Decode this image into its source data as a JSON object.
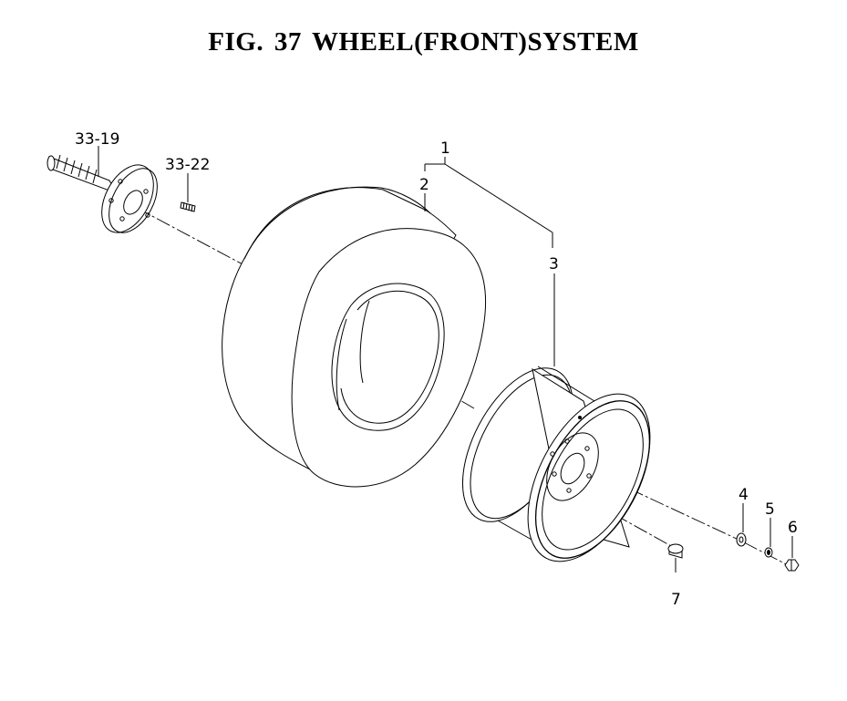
{
  "figure": {
    "title": "FIG. 37  WHEEL(FRONT)SYSTEM"
  },
  "callouts": {
    "c33_19": "33-19",
    "c33_22": "33-22",
    "c1": "1",
    "c2": "2",
    "c3": "3",
    "c4": "4",
    "c5": "5",
    "c6": "6",
    "c7": "7"
  },
  "parts": [
    "axle-shaft",
    "hub-stud",
    "wheel-assembly",
    "tire",
    "rim",
    "washer",
    "lock-washer",
    "nut",
    "tire-valve"
  ]
}
